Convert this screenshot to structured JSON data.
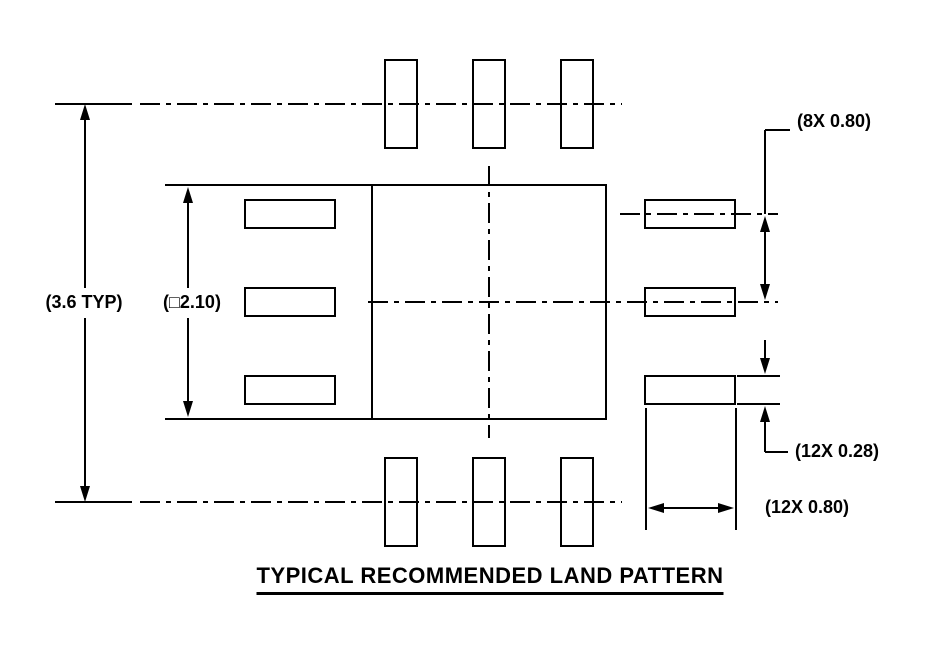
{
  "drawing": {
    "title": "TYPICAL RECOMMENDED LAND PATTERN",
    "labels": {
      "overall_pitch": "(3.6 TYP)",
      "center_pad_size": "(□2.10)",
      "pad_pitch": "(8X 0.80)",
      "pad_width": "(12X 0.28)",
      "pad_length": "(12X 0.80)"
    },
    "line_color": "#000000",
    "background_color": "#ffffff"
  }
}
